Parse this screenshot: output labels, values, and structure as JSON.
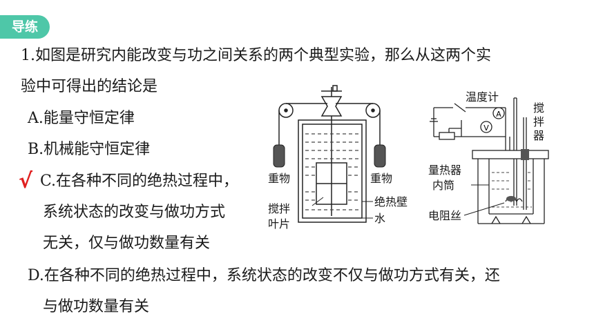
{
  "badge": "导练",
  "question": {
    "line1": "1.如图是研究内能改变与功之间关系的两个典型实验，那么从这两个实",
    "line2": "验中可得出的结论是",
    "options": [
      {
        "line1": "A.能量守恒定律",
        "line2": "",
        "line3": ""
      },
      {
        "line1": "B.机械能守恒定律",
        "line2": "",
        "line3": ""
      },
      {
        "line1": "C.在各种不同的绝热过程中，",
        "line2": "系统状态的改变与做功方式",
        "line3": "无关，仅与做功数量有关"
      },
      {
        "line1": "D.在各种不同的绝热过程中，系统状态的改变不仅与做功方式有关，还",
        "line2": "与做功数量有关",
        "line3": ""
      }
    ],
    "answer_mark": "√"
  },
  "figure1": {
    "weight_left": "重物",
    "weight_right": "重物",
    "paddle_line1": "搅拌",
    "paddle_line2": "叶片",
    "insulated_wall": "绝热壁",
    "water": "水"
  },
  "figure2": {
    "thermometer": "温度计",
    "stirrer_1": "搅",
    "stirrer_2": "拌",
    "stirrer_3": "器",
    "inner_line1": "量热器",
    "inner_line2": "内筒",
    "resistor": "电阻丝",
    "ammeter": "A",
    "voltmeter": "V"
  },
  "colors": {
    "badge": "#4ec7a8",
    "check": "#e02020"
  }
}
